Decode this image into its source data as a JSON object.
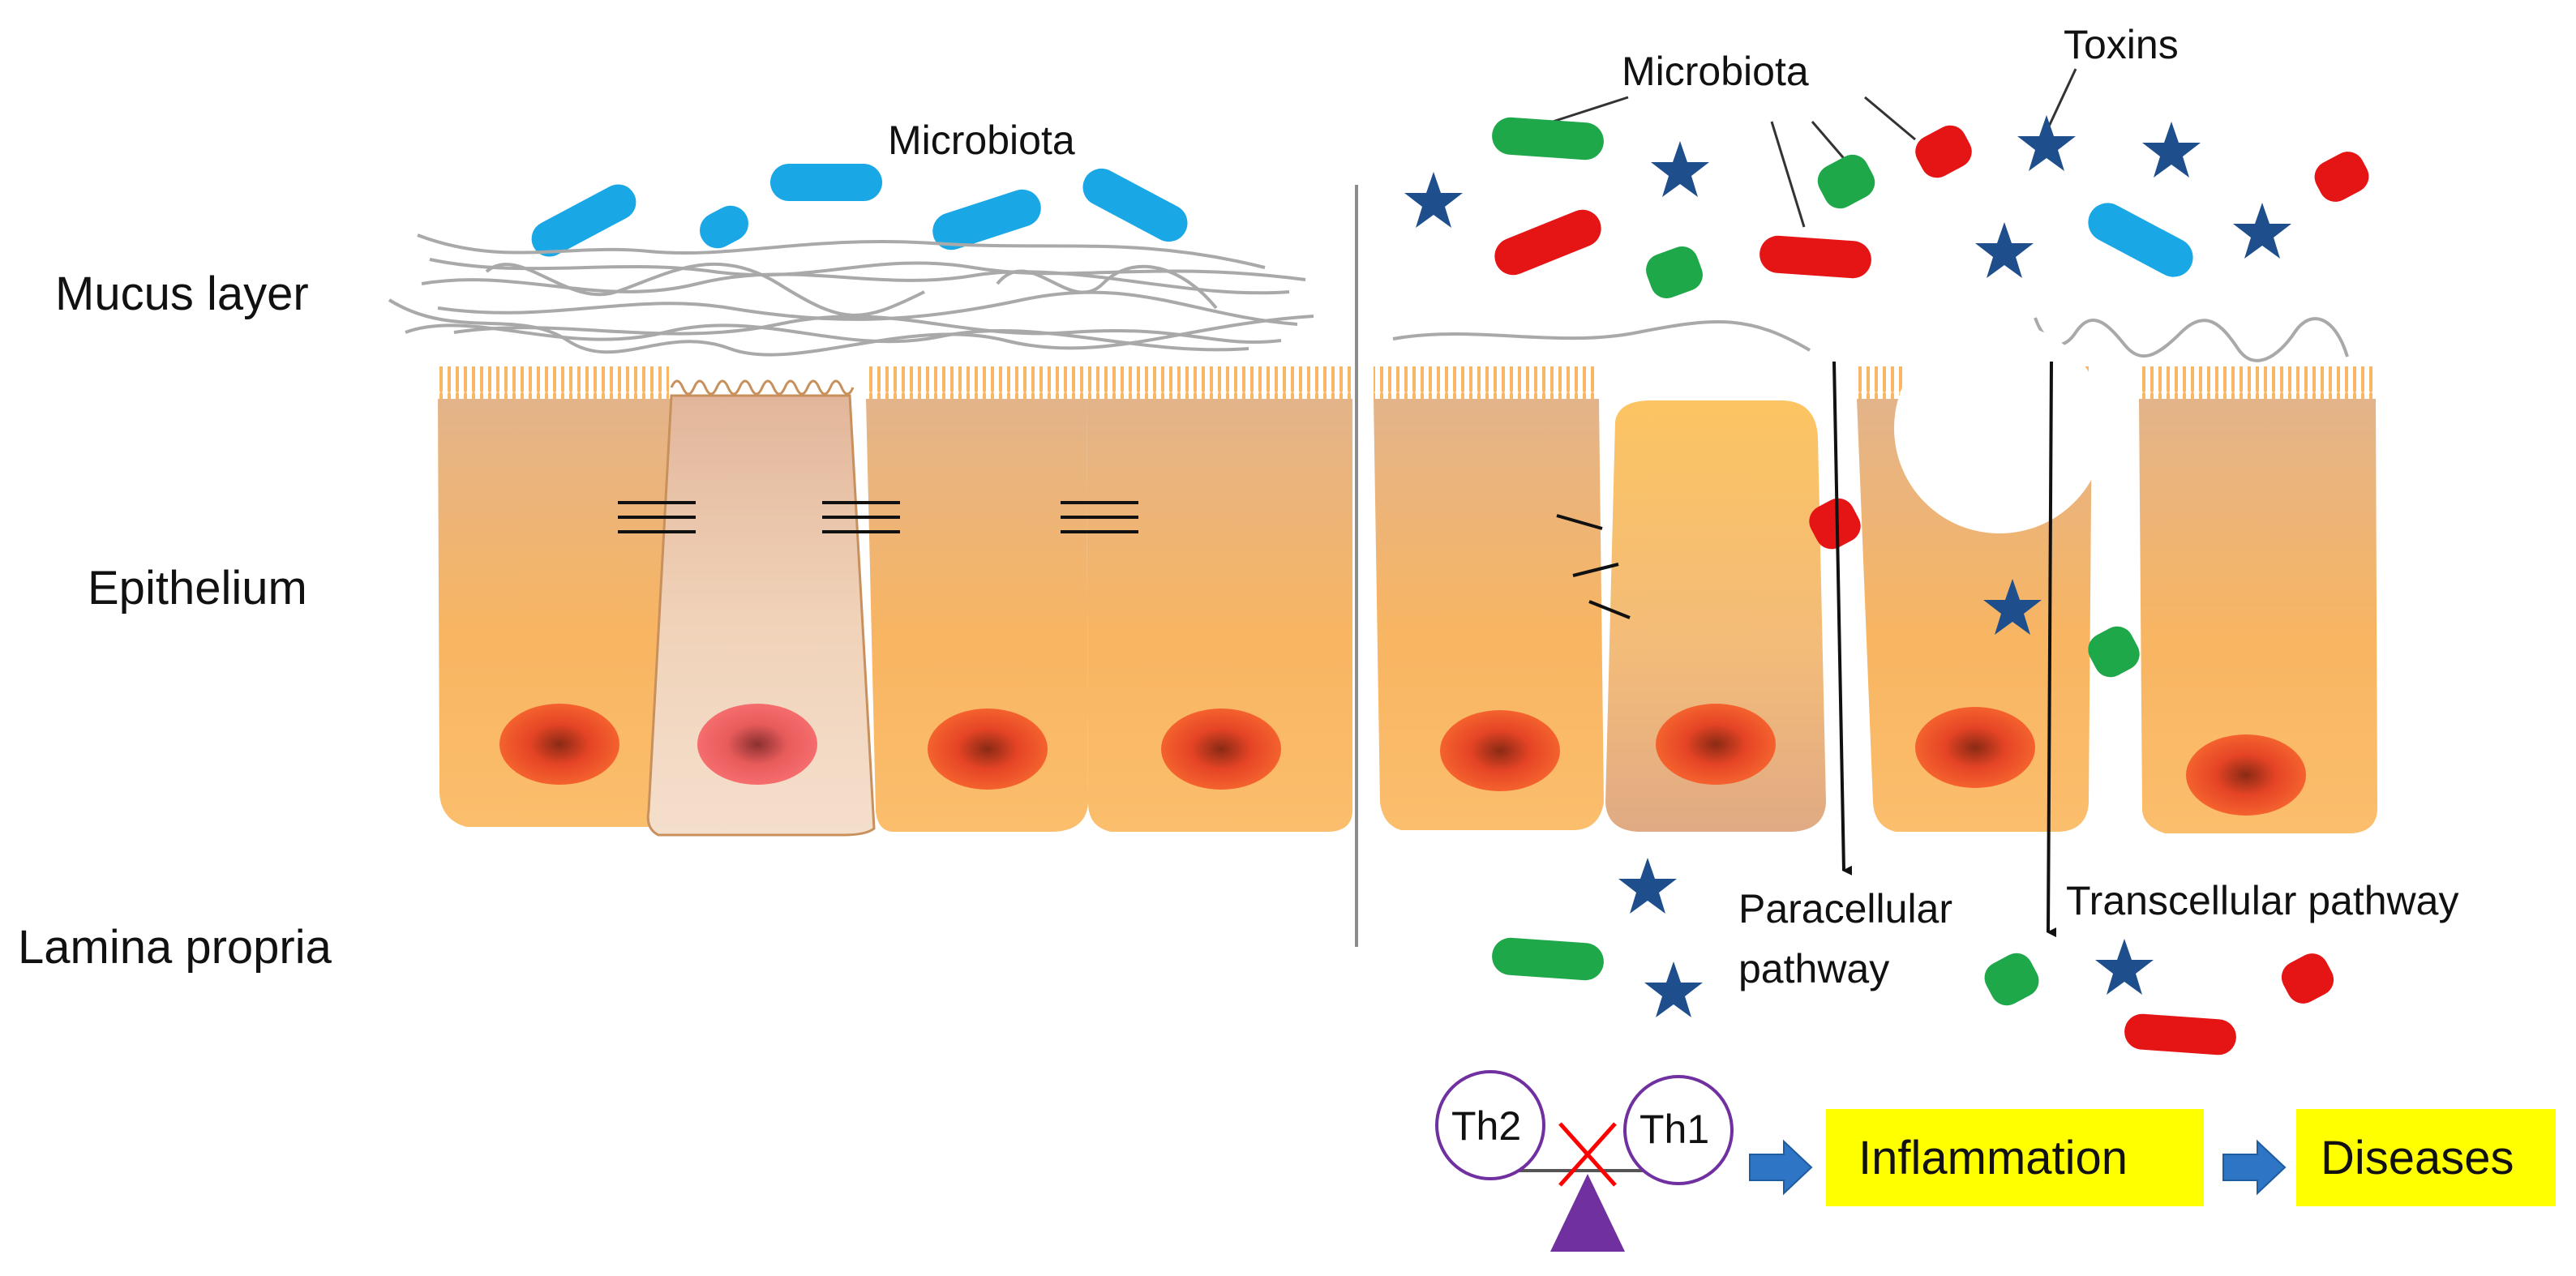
{
  "labels": {
    "mucus_layer": "Mucus layer",
    "epithelium": "Epithelium",
    "lamina_propria": "Lamina propria",
    "microbiota_left": "Microbiota",
    "microbiota_right": "Microbiota",
    "toxins": "Toxins",
    "paracellular_line1": "Paracellular",
    "paracellular_line2": "pathway",
    "transcellular": "Transcellular pathway",
    "th2": "Th2",
    "th1": "Th1",
    "inflammation": "Inflammation",
    "diseases": "Diseases"
  },
  "colors": {
    "microbe_blue": "#1aa7e6",
    "microbe_green": "#1ea84a",
    "microbe_red": "#e51515",
    "toxin_star": "#1f4e8c",
    "cell": "#f5b461",
    "goblet_cell": "#f0d7bd",
    "nucleus": "#e8432a",
    "highlight_box": "#ffff00",
    "arrow_blue": "#2e75c6",
    "balance_purple": "#7030a0",
    "cross_red": "#ff0000"
  }
}
